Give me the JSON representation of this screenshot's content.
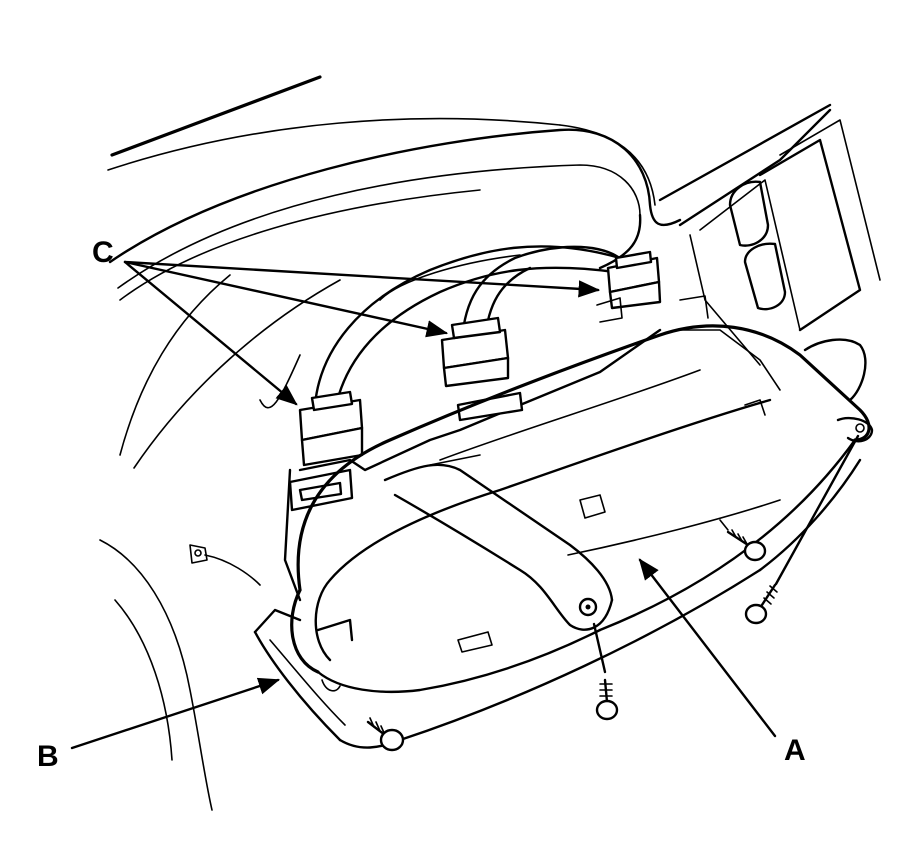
{
  "callouts": {
    "a": "A",
    "b": "B",
    "c": "C"
  },
  "colors": {
    "ink": "#000000",
    "paper": "#ffffff"
  }
}
